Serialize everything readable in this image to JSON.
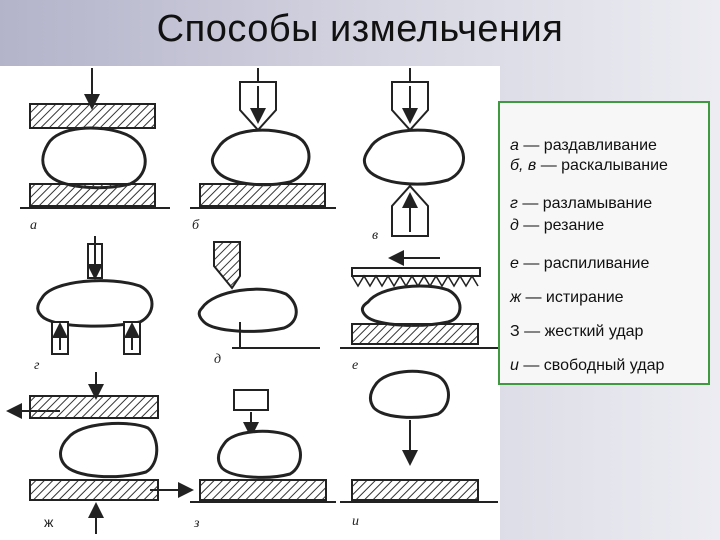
{
  "title": "Способы измельчения",
  "legend": [
    {
      "key": "а",
      "text": " — раздавливание"
    },
    {
      "key": "б, в",
      "text": " — раскалывание"
    },
    {
      "key": "г",
      "text": " — разламывание"
    },
    {
      "key": "д",
      "text": " — резание"
    },
    {
      "key": "е",
      "text": " — распиливание"
    },
    {
      "key": "ж",
      "text": " — истирание"
    },
    {
      "key": "З",
      "text": " — жесткий удар"
    },
    {
      "key": "и",
      "text": " — свободный удар"
    }
  ],
  "panel_labels": [
    "а",
    "б",
    "в",
    "г",
    "д",
    "е",
    "ж",
    "з",
    "и"
  ],
  "colors": {
    "legend_border": "#3f9a3f",
    "ink": "#222222"
  }
}
